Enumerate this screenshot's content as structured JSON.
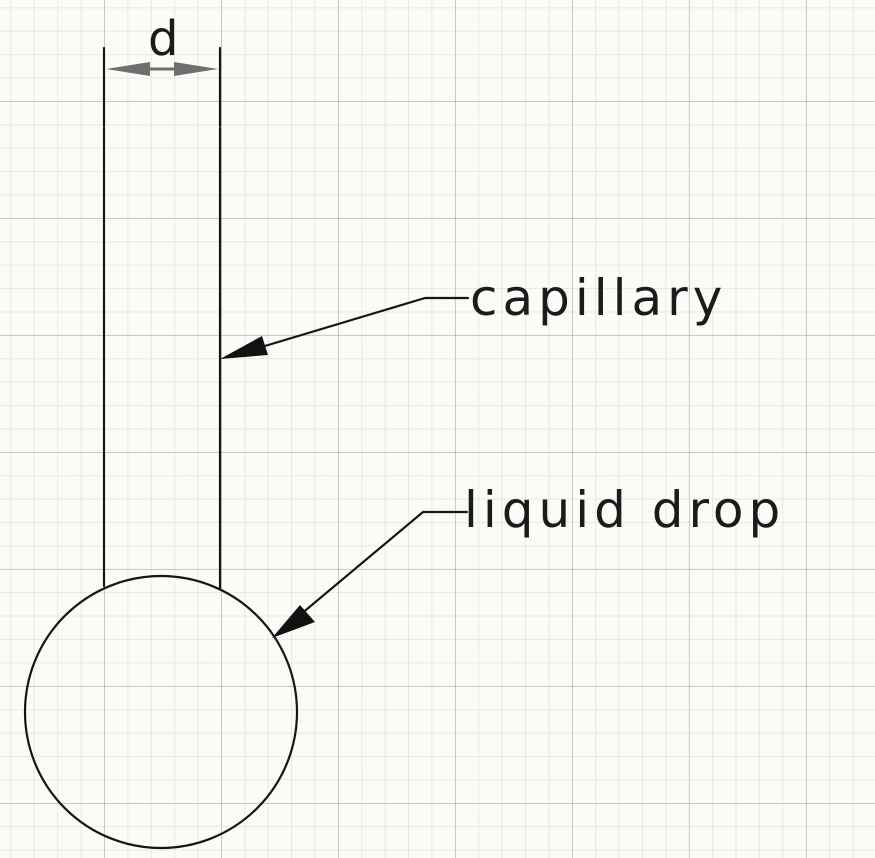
{
  "diagram": {
    "dimension_label": "d",
    "labels": {
      "capillary": "capillary",
      "liquid_drop": "liquid drop"
    },
    "colors": {
      "line": "#161616",
      "dimension_arrow": "#6f6f6f",
      "grid": "#d9d8c8",
      "background": "#fbfbf8"
    }
  }
}
